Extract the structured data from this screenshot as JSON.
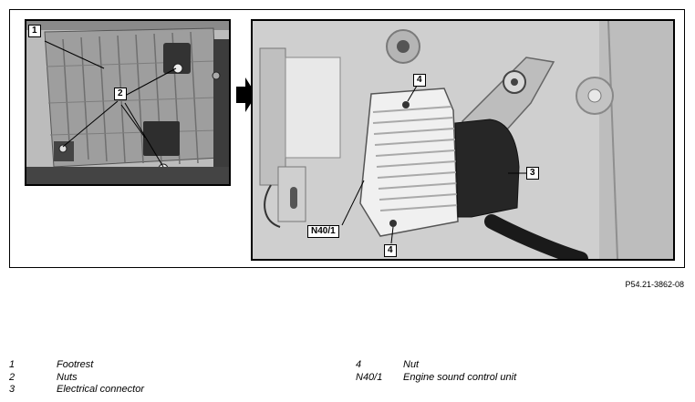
{
  "callouts": {
    "left_1": "1",
    "left_2": "2",
    "right_4_top": "4",
    "right_3": "3",
    "right_n40": "N40/1",
    "right_4_bottom": "4"
  },
  "figure_id": "P54.21-3862-08",
  "legend": {
    "left": [
      {
        "key": "1",
        "text": "Footrest"
      },
      {
        "key": "2",
        "text": "Nuts"
      },
      {
        "key": "3",
        "text": "Electrical connector"
      }
    ],
    "right": [
      {
        "key": "4",
        "text": "Nut"
      },
      {
        "key": "N40/1",
        "text": "Engine sound control unit"
      }
    ]
  }
}
